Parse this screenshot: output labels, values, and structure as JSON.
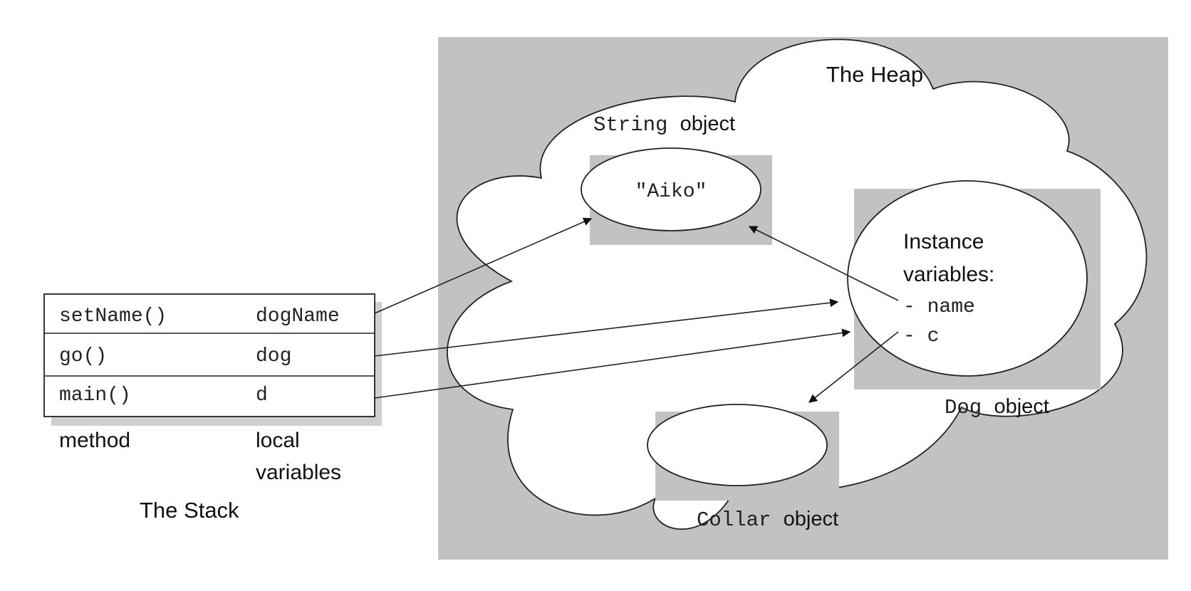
{
  "stack": {
    "rows": [
      {
        "method": "setName()",
        "variable": "dogName"
      },
      {
        "method": "go()",
        "variable": "dog"
      },
      {
        "method": "main()",
        "variable": "d"
      }
    ],
    "method_label": "method",
    "vars_label_line1": "local",
    "vars_label_line2": "variables",
    "title": "The Stack"
  },
  "heap": {
    "title": "The Heap",
    "string_object": {
      "type": "String",
      "word": "object",
      "value": "\"Aiko\""
    },
    "dog_object": {
      "type": "Dog",
      "word": "object",
      "heading_line1": "Instance",
      "heading_line2": "variables:",
      "fields": [
        "- name",
        "- c"
      ]
    },
    "collar_object": {
      "type": "Collar",
      "word": "object"
    }
  },
  "colors": {
    "panel": "#c2c2c2",
    "shadow": "#cfcfcf",
    "ink": "#222222",
    "background": "#ffffff"
  }
}
